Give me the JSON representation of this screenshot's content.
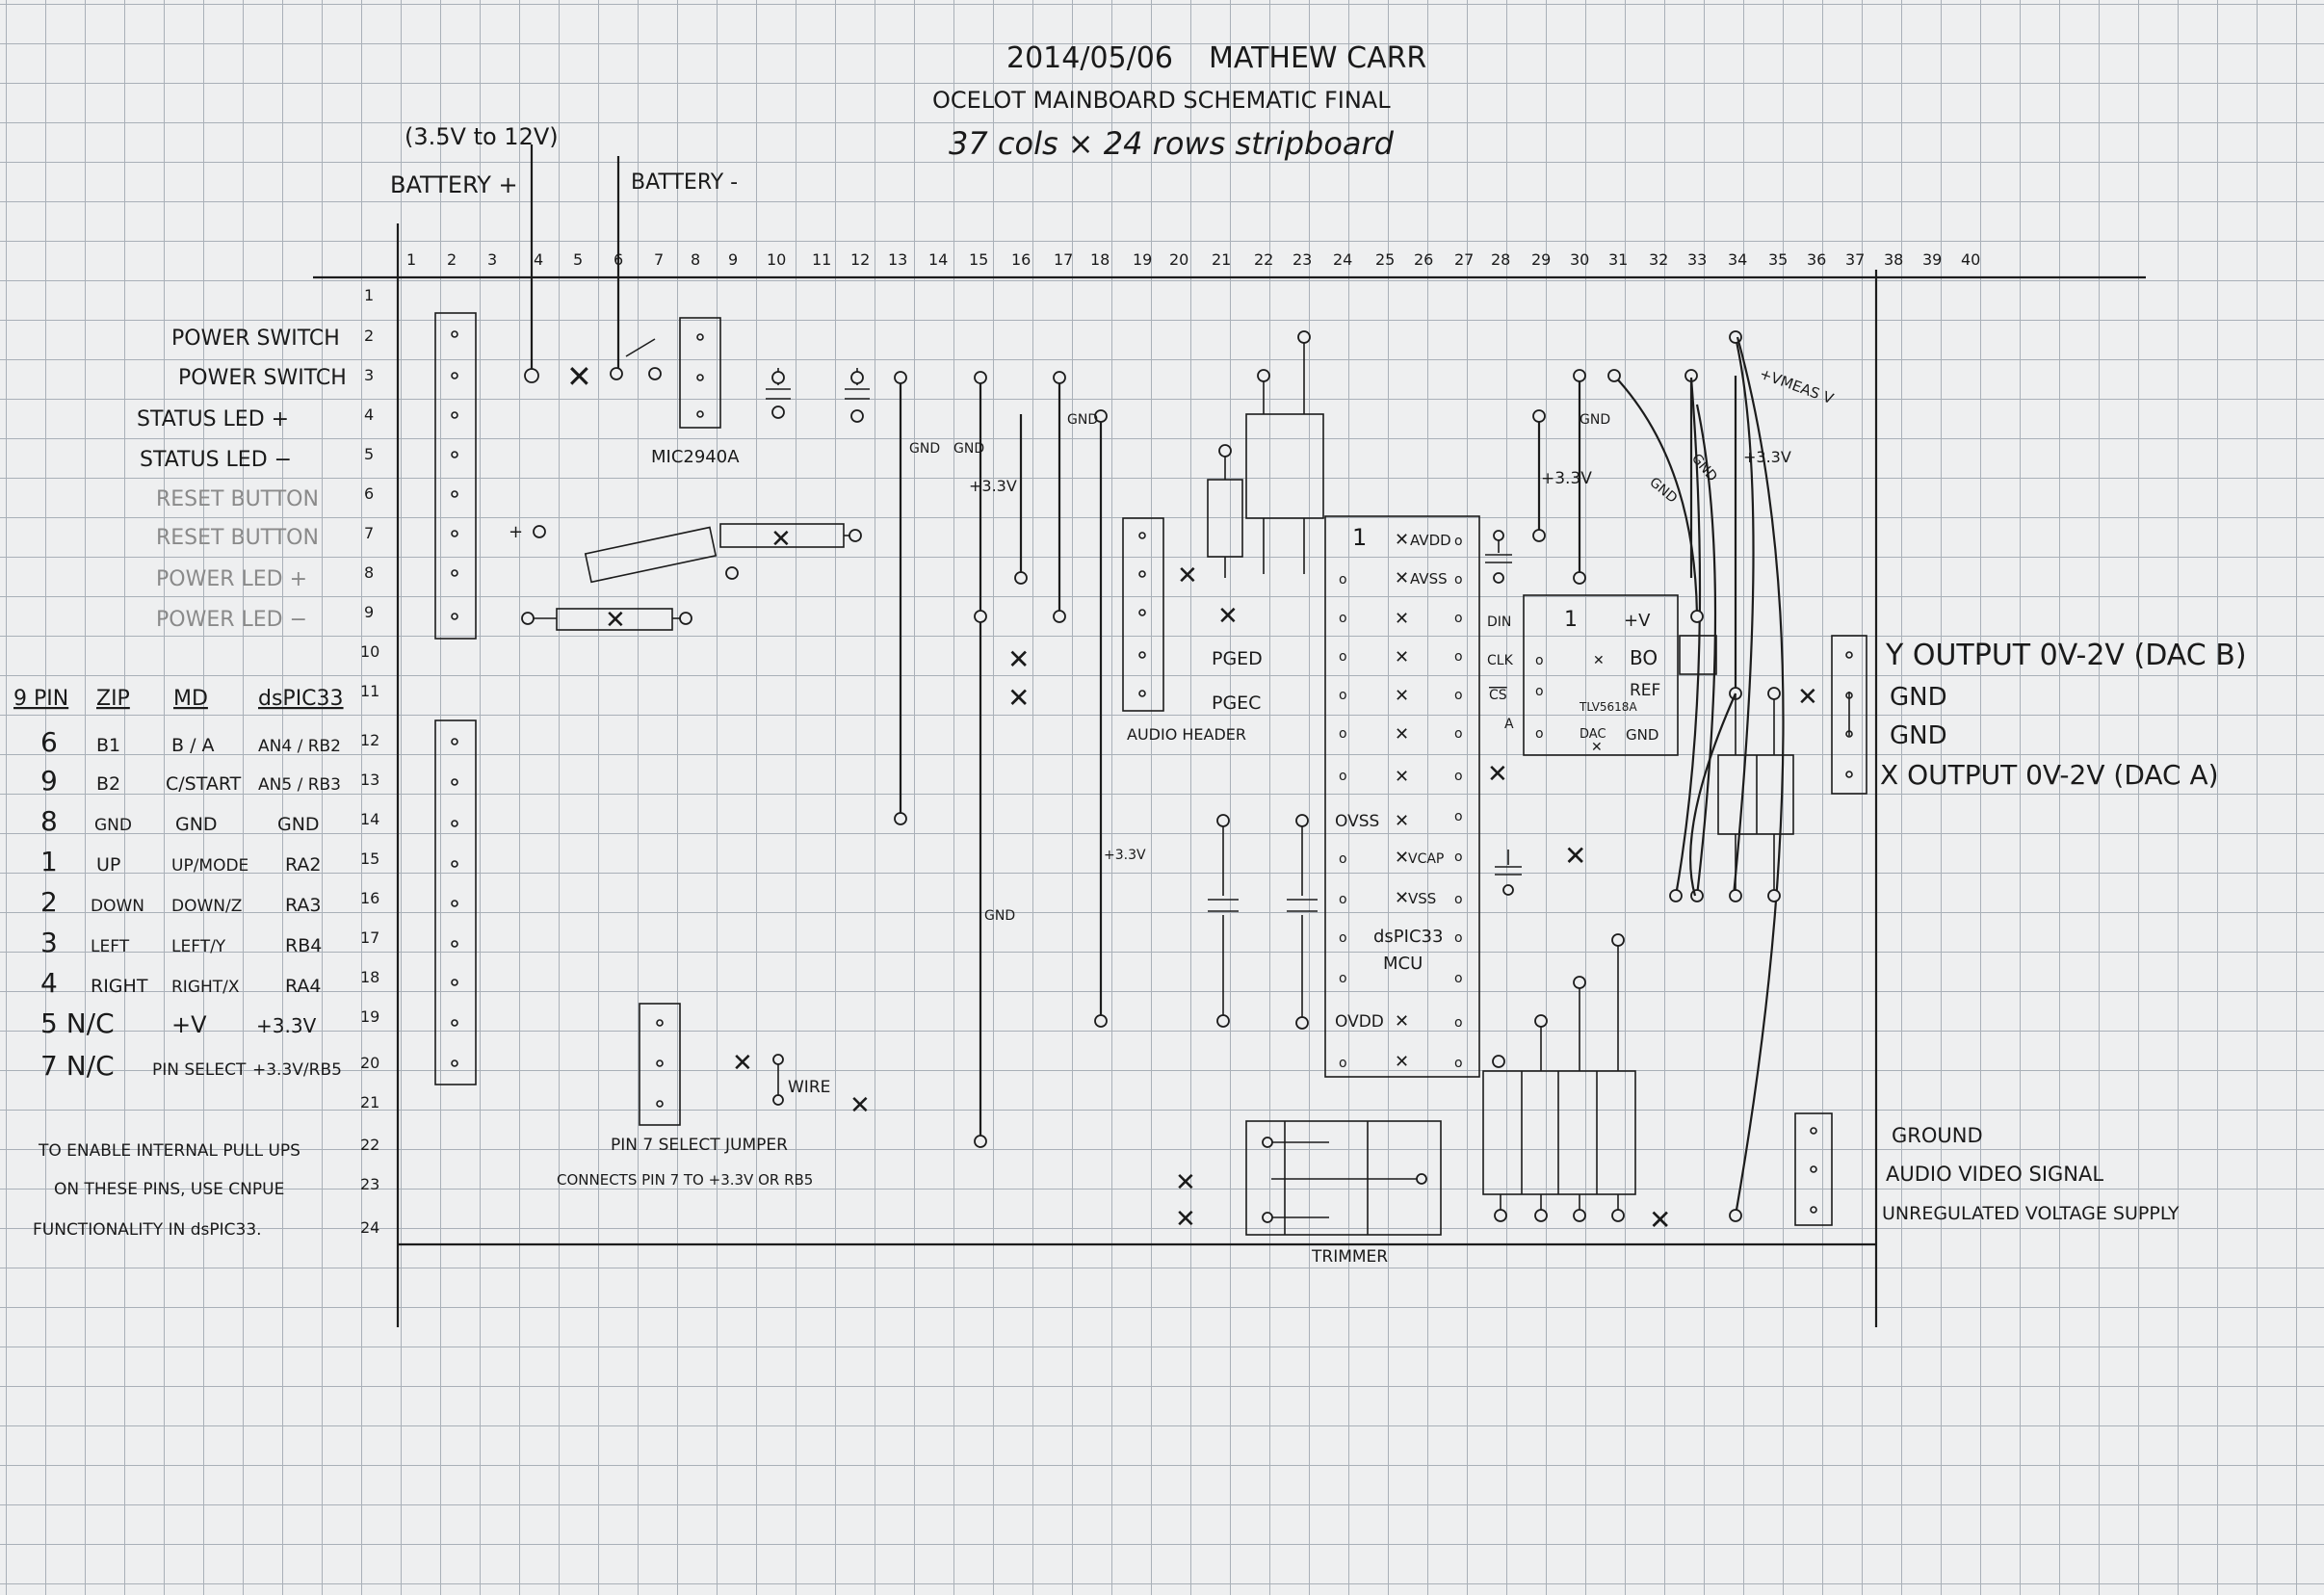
{
  "header": {
    "date": "2014/05/06",
    "author": "MATHEW CARR",
    "title": "OCELOT MAINBOARD SCHEMATIC FINAL",
    "board": "37 cols × 24 rows stripboard"
  },
  "battery": {
    "range": "(3.5V to 12V)",
    "positive": "BATTERY +",
    "negative": "BATTERY -"
  },
  "columns": [
    "1",
    "2",
    "3",
    "4",
    "5",
    "6",
    "7",
    "8",
    "9",
    "10",
    "11",
    "12",
    "13",
    "14",
    "15",
    "16",
    "17",
    "18",
    "19",
    "20",
    "21",
    "22",
    "23",
    "24",
    "25",
    "26",
    "27",
    "28",
    "29",
    "30",
    "31",
    "32",
    "33",
    "34",
    "35",
    "36",
    "37",
    "38",
    "39",
    "40"
  ],
  "rows": [
    "1",
    "2",
    "3",
    "4",
    "5",
    "6",
    "7",
    "8",
    "9",
    "10",
    "11",
    "12",
    "13",
    "14",
    "15",
    "16",
    "17",
    "18",
    "19",
    "20",
    "21",
    "22",
    "23",
    "24"
  ],
  "row_labels": {
    "r2": "POWER SWITCH",
    "r3": "POWER SWITCH",
    "r4": "STATUS LED +",
    "r5": "STATUS LED −",
    "r6": "RESET BUTTON",
    "r7": "RESET BUTTON",
    "r8": "POWER LED +",
    "r9": "POWER LED −"
  },
  "pin_table": {
    "headers": [
      "9 PIN",
      "ZIP",
      "MD",
      "dsPIC33"
    ],
    "rows": [
      [
        "6",
        "B1",
        "B / A",
        "AN4 / RB2"
      ],
      [
        "9",
        "B2",
        "C/START",
        "AN5 / RB3"
      ],
      [
        "8",
        "GND",
        "GND",
        "GND"
      ],
      [
        "1",
        "UP",
        "UP/MODE",
        "RA2"
      ],
      [
        "2",
        "DOWN",
        "DOWN/Z",
        "RA3"
      ],
      [
        "3",
        "LEFT",
        "LEFT/Y",
        "RB4"
      ],
      [
        "4",
        "RIGHT",
        "RIGHT/X",
        "RA4"
      ],
      [
        "5 N/C",
        "+V",
        "+3.3V",
        ""
      ],
      [
        "7 N/C",
        "PIN SELECT",
        "+3.3V/RB5",
        ""
      ]
    ],
    "note": [
      "TO ENABLE INTERNAL PULL UPS",
      "ON THESE PINS, USE CNPUE",
      "FUNCTIONALITY IN dsPIC33."
    ]
  },
  "labels": {
    "mic": "MIC2940A",
    "gnd": "GND",
    "v33": "+3.3V",
    "audio_header": "AUDIO HEADER",
    "pged": "PGED",
    "pgec": "PGEC",
    "mcu1": "dsPIC33",
    "mcu2": "MCU",
    "avdd": "AVDD",
    "avss": "AVSS",
    "ovss": "OVSS",
    "vcap": "VCAP",
    "vss": "VSS",
    "ovdd": "OVDD",
    "din": "DIN",
    "clk": "CLK",
    "cs": "CS",
    "dac_chip": "TLV5618A",
    "dac_v": "+V",
    "dac_bo": "BO",
    "dac_ref": "REF",
    "dac_gnd": "GND",
    "dac_a": "A",
    "dac_dac": "DAC",
    "vmeas": "+VMEAS V",
    "pin7_1": "PIN 7 SELECT JUMPER",
    "pin7_2": "CONNECTS PIN 7 TO +3.3V OR RB5",
    "wire": "WIRE",
    "trimmer": "TRIMMER",
    "y_output": "Y OUTPUT  0V-2V (DAC B)",
    "gnd1": "GND",
    "gnd2": "GND",
    "x_output": "X OUTPUT  0V-2V (DAC A)",
    "ground": "GROUND",
    "audio_video": "AUDIO VIDEO SIGNAL",
    "unregulated": "UNREGULATED VOLTAGE SUPPLY",
    "pin_one": "1"
  }
}
